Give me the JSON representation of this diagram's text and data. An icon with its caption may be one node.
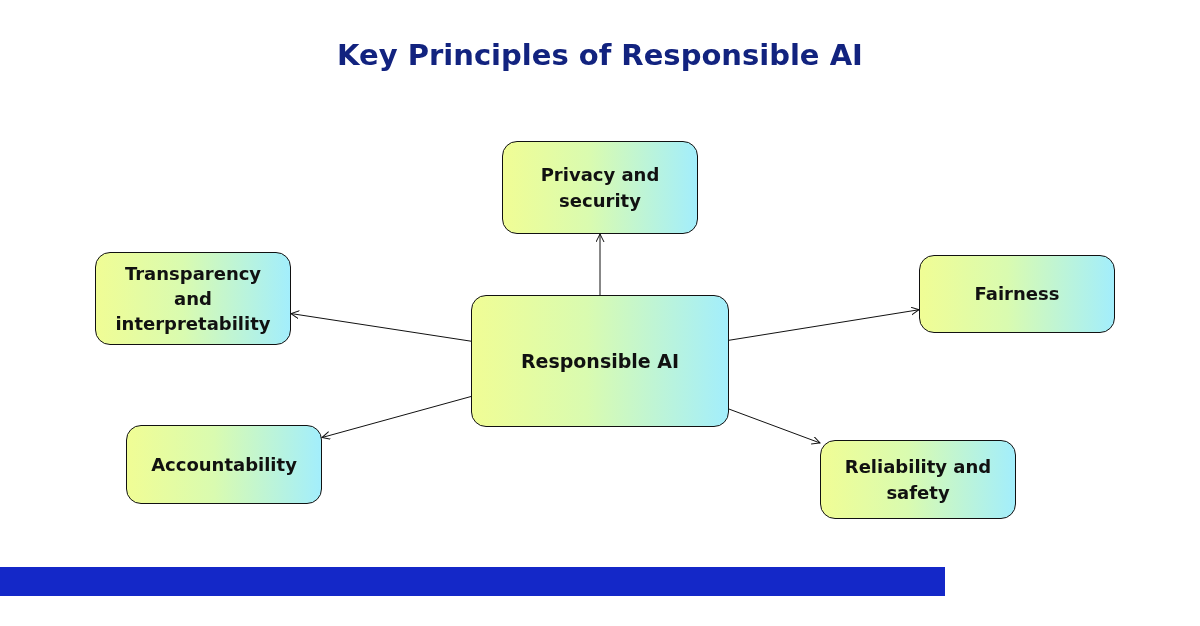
{
  "diagram": {
    "title": "Key Principles of Responsible AI",
    "nodes": [
      {
        "text": [
          "Responsible AI"
        ]
      },
      {
        "text": [
          "Privacy and security"
        ]
      },
      {
        "text": [
          "Transparency and interpretability"
        ]
      },
      {
        "text": [
          "Fairness"
        ]
      },
      {
        "text": [
          "Accountability"
        ]
      },
      {
        "text": [
          "Reliability and safety"
        ]
      }
    ],
    "edges": [
      {
        "from": 0,
        "to": 1,
        "arrow": "to"
      },
      {
        "from": 0,
        "to": 2,
        "arrow": "to"
      },
      {
        "from": 0,
        "to": 3,
        "arrow": "to"
      },
      {
        "from": 0,
        "to": 4,
        "arrow": "to"
      },
      {
        "from": 0,
        "to": 5,
        "arrow": "to"
      }
    ]
  }
}
